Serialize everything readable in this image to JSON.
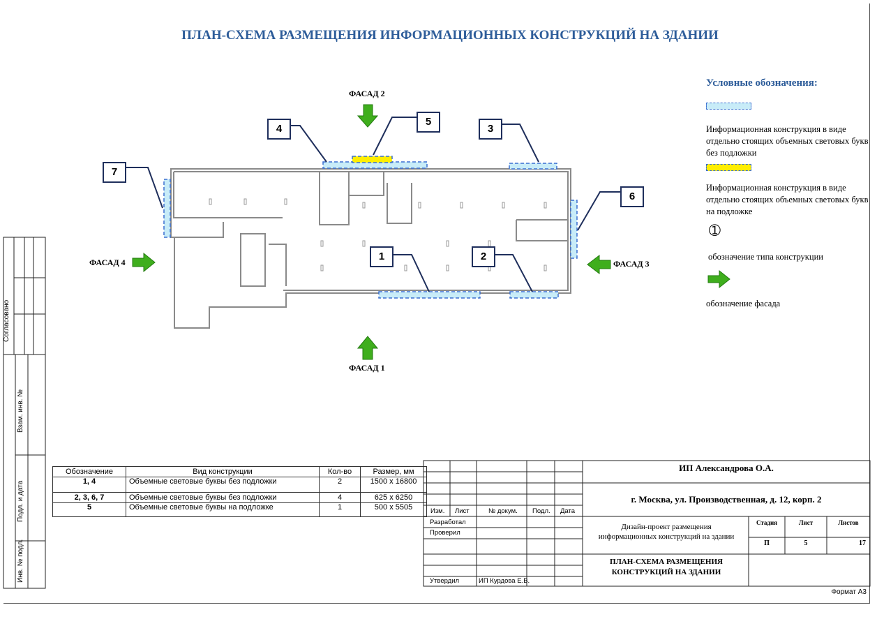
{
  "title": "ПЛАН-СХЕМА РАЗМЕЩЕНИЯ ИНФОРМАЦИОННЫХ КОНСТРУКЦИЙ НА ЗДАНИИ",
  "colors": {
    "accent": "#2e5d9a",
    "sign_fill": "#c8ecf8",
    "sign_border": "#3a6fd0",
    "backing": "#ffee00",
    "arrow": "#3fae1d",
    "callout": "#1f2f5c"
  },
  "facades": {
    "f1": "ФАСАД 1",
    "f2": "ФАСАД 2",
    "f3": "ФАСАД 3",
    "f4": "ФАСАД 4"
  },
  "callouts": [
    "1",
    "2",
    "3",
    "4",
    "5",
    "6",
    "7"
  ],
  "legend": {
    "heading": "Условные обозначения:",
    "no_backing": "Информационная конструкция в виде отдельно стоящих объемных световых букв без подложки",
    "backing": "Информационная конструкция в виде отдельно стоящих объемных световых букв на подложке",
    "type_symbol": "➀",
    "type_label": "обозначение типа конструкции",
    "facade_label": "обозначение фасада"
  },
  "spec": {
    "headers": [
      "Обозначение",
      "Вид конструкции",
      "Кол-во",
      "Размер, мм"
    ],
    "rows": [
      [
        "1, 4",
        "Объемные световые буквы без подложки",
        "2",
        "1500 x 16800"
      ],
      [
        "2, 3, 6, 7",
        "Объемные световые буквы без подложки",
        "4",
        "625 x 6250"
      ],
      [
        "5",
        "Объемные световые буквы на подложке",
        "1",
        "500 x 5505"
      ]
    ]
  },
  "side": {
    "agreed": "Согласовано",
    "replace": "Взам. инв. №",
    "sign_date": "Подл. и дата",
    "inv": "Инв. № подл."
  },
  "titleblock": {
    "cols": [
      "Изм.",
      "Лист",
      "№ докум.",
      "Подл.",
      "Дата"
    ],
    "developed": "Разработал",
    "checked": "Проверил",
    "approved": "Утвердил",
    "approver": "ИП Курдова Е.В.",
    "company": "ИП Александрова О.А.",
    "address": "г. Москва, ул. Производственная, д. 12, корп. 2",
    "project": "Дизайн-проект размещения информационных конструкций на здании",
    "stage_h": "Стадия",
    "sheet_h": "Лист",
    "sheets_h": "Листов",
    "stage": "П",
    "sheet": "5",
    "sheets": "17",
    "drawing": "ПЛАН-СХЕМА РАЗМЕЩЕНИЯ КОНСТРУКЦИЙ НА ЗДАНИИ",
    "format": "Формат А3"
  }
}
